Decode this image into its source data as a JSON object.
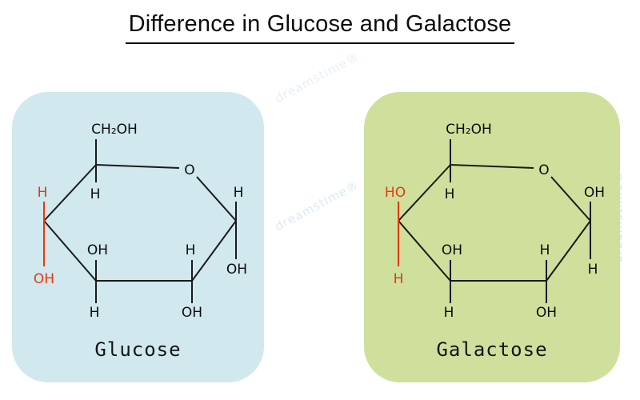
{
  "title": "Difference in Glucose and Galactose",
  "watermark": "dreamstime®",
  "panels": [
    {
      "id": "glucose",
      "bg": "#d0e8ee",
      "label": "Glucose",
      "highlight_color": "#e8380c",
      "labels": {
        "ch2oh": "CH₂OH",
        "ring_o": "O",
        "c5_h": "H",
        "c4_top": "H",
        "c4_bottom": "OH",
        "c3_top": "OH",
        "c3_bottom": "H",
        "c2_top": "H",
        "c2_bottom": "OH",
        "c1_top": "H",
        "c1_bottom": "OH"
      }
    },
    {
      "id": "galactose",
      "bg": "#cfe09d",
      "label": "Galactose",
      "highlight_color": "#e8380c",
      "labels": {
        "ch2oh": "CH₂OH",
        "ring_o": "O",
        "c5_h": "H",
        "c4_top": "HO",
        "c4_bottom": "H",
        "c3_top": "OH",
        "c3_bottom": "H",
        "c2_top": "H",
        "c2_bottom": "OH",
        "c1_top": "OH",
        "c1_bottom": "H"
      }
    }
  ]
}
